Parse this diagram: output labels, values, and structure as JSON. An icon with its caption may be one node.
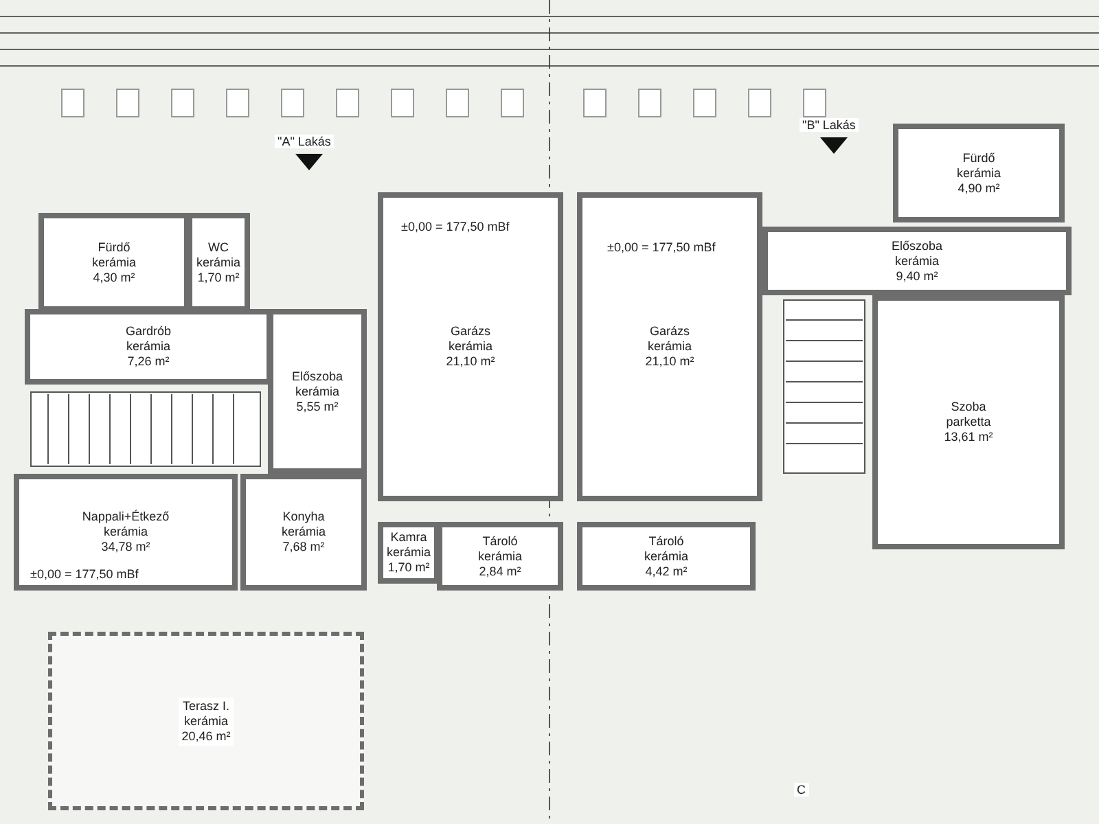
{
  "diagram": {
    "nodes": [
      {
        "text": [
          "Fürdő",
          "kerámia",
          "4,30 m²"
        ]
      },
      {
        "text": [
          "WC",
          "kerámia",
          "1,70 m²"
        ]
      },
      {
        "text": [
          "Fürdő",
          "kerámia",
          "4,90 m²"
        ]
      },
      {
        "text": [
          "Előszoba",
          "kerámia",
          "9,40 m²"
        ]
      },
      {
        "text": [
          "Gardrób",
          "kerámia",
          "7,26 m²"
        ]
      },
      {
        "text": [
          "Előszoba",
          "kerámia",
          "5,55 m²"
        ]
      },
      {
        "text": [
          "Garázs",
          "kerámia",
          "21,10 m²"
        ]
      },
      {
        "text": [
          "Garázs",
          "kerámia",
          "21,10 m²"
        ]
      },
      {
        "text": [
          "Szoba",
          "parketta",
          "13,61 m²"
        ]
      },
      {
        "text": [
          "Nappali+Étkező",
          "kerámia",
          "34,78 m²"
        ]
      },
      {
        "text": [
          "Konyha",
          "kerámia",
          "7,68 m²"
        ]
      },
      {
        "text": [
          "Kamra",
          "kerámia",
          "1,70 m²"
        ]
      },
      {
        "text": [
          "Tároló",
          "kerámia",
          "2,84 m²"
        ]
      },
      {
        "text": [
          "Tároló",
          "kerámia",
          "4,42 m²"
        ]
      },
      {
        "text": [
          "Terasz I.",
          "kerámia",
          "20,46 m²"
        ]
      }
    ],
    "labels": [
      "\"A\" Lakás",
      "\"B\" Lakás",
      "±0,00 = 177,50 mBf",
      "±0,00 = 177,50 mBf",
      "±0,00 = 177,50 mBf",
      "C"
    ]
  }
}
